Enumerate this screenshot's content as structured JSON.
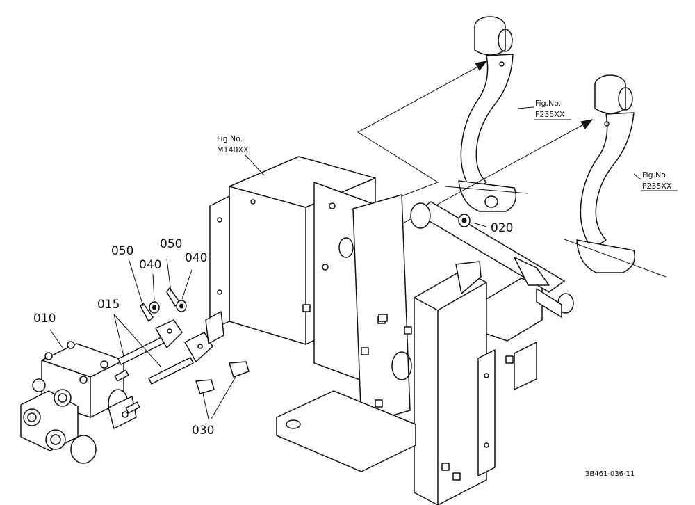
{
  "callouts": {
    "c010": "010",
    "c015": "015",
    "c020": "020",
    "c030": "030",
    "c040a": "040",
    "c040b": "040",
    "c050a": "050",
    "c050b": "050"
  },
  "fig_refs": {
    "pedal1": {
      "label": "Fig.No.",
      "code": "F235XX"
    },
    "pedal2": {
      "label": "Fig.No.",
      "code": "F235XX"
    },
    "frame": {
      "label": "Fig.No.",
      "code": "M140XX"
    }
  },
  "drawing_code": "3B461-036-11",
  "colors": {
    "ink": "#111111",
    "paper": "#ffffff"
  }
}
